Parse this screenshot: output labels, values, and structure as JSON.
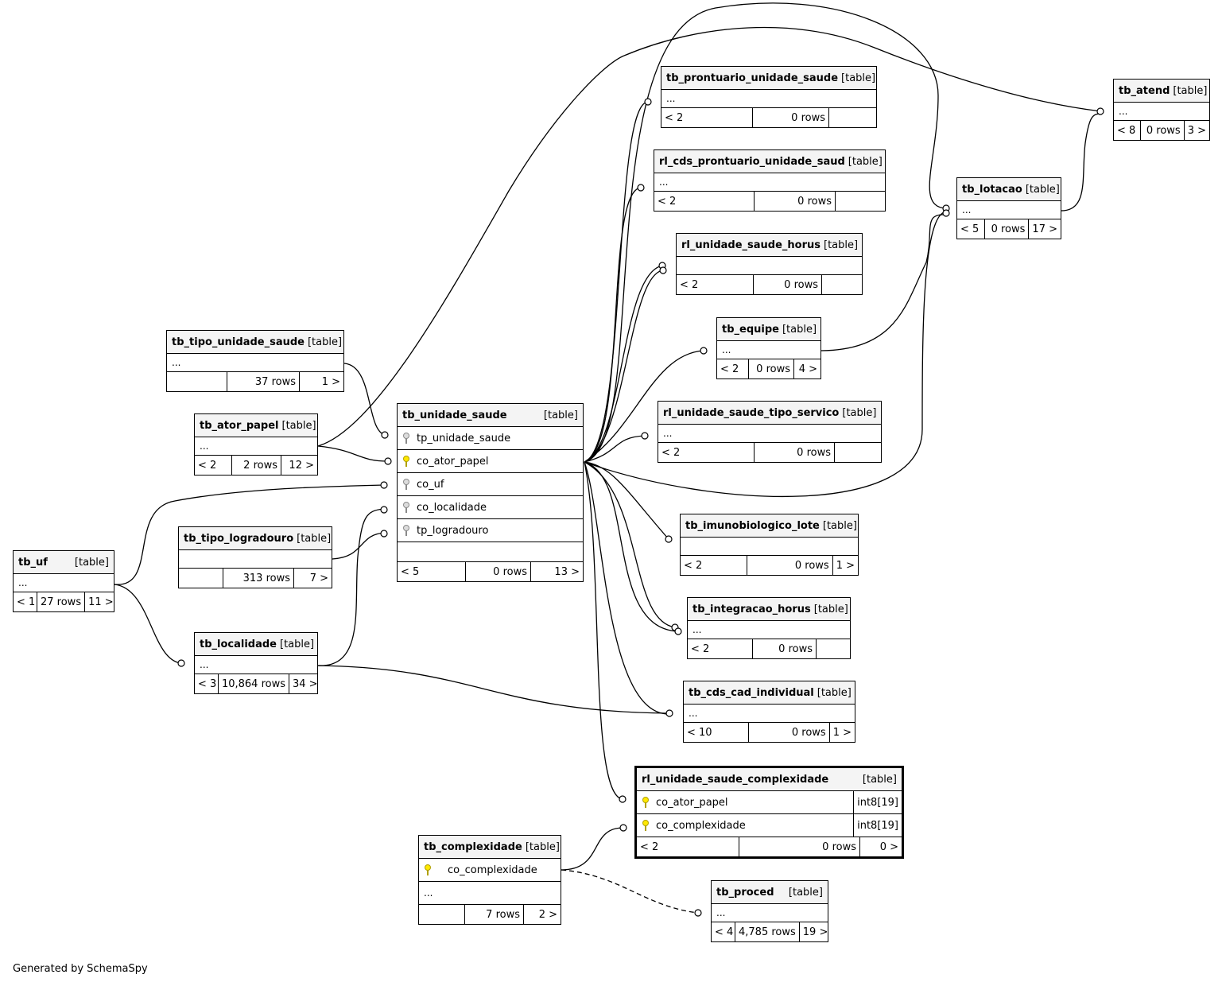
{
  "footer": "Generated by SchemaSpy",
  "tables": [
    {
      "id": "tb_prontuario_unidade_saude",
      "name": "tb_prontuario_unidade_saude",
      "kind": "[table]",
      "rows": [
        "..."
      ],
      "parents": "< 2",
      "count": "0 rows",
      "children": ""
    },
    {
      "id": "rl_cds_prontuario_unidade_saud",
      "name": "rl_cds_prontuario_unidade_saud",
      "kind": "[table]",
      "rows": [
        "..."
      ],
      "parents": "< 2",
      "count": "0 rows",
      "children": ""
    },
    {
      "id": "rl_unidade_saude_horus",
      "name": "rl_unidade_saude_horus",
      "kind": "[table]",
      "rows": [
        ""
      ],
      "parents": "< 2",
      "count": "0 rows",
      "children": ""
    },
    {
      "id": "tb_equipe",
      "name": "tb_equipe",
      "kind": "[table]",
      "rows": [
        "..."
      ],
      "parents": "< 2",
      "count": "0 rows",
      "children": "4 >"
    },
    {
      "id": "rl_unidade_saude_tipo_servico",
      "name": "rl_unidade_saude_tipo_servico",
      "kind": "[table]",
      "rows": [
        "..."
      ],
      "parents": "< 2",
      "count": "0 rows",
      "children": ""
    },
    {
      "id": "tb_imunobiologico_lote",
      "name": "tb_imunobiologico_lote",
      "kind": "[table]",
      "rows": [
        ""
      ],
      "parents": "< 2",
      "count": "0 rows",
      "children": "1 >"
    },
    {
      "id": "tb_integracao_horus",
      "name": "tb_integracao_horus",
      "kind": "[table]",
      "rows": [
        "..."
      ],
      "parents": "< 2",
      "count": "0 rows",
      "children": ""
    },
    {
      "id": "tb_cds_cad_individual",
      "name": "tb_cds_cad_individual",
      "kind": "[table]",
      "rows": [
        "..."
      ],
      "parents": "< 10",
      "count": "0 rows",
      "children": "1 >"
    },
    {
      "id": "tb_atend",
      "name": "tb_atend",
      "kind": "[table]",
      "rows": [
        "..."
      ],
      "parents": "< 8",
      "count": "0 rows",
      "children": "3 >"
    },
    {
      "id": "tb_lotacao",
      "name": "tb_lotacao",
      "kind": "[table]",
      "rows": [
        "..."
      ],
      "parents": "< 5",
      "count": "0 rows",
      "children": "17 >"
    },
    {
      "id": "tb_tipo_unidade_saude",
      "name": "tb_tipo_unidade_saude",
      "kind": "[table]",
      "rows": [
        "..."
      ],
      "parents": "",
      "count": "37 rows",
      "children": "1 >"
    },
    {
      "id": "tb_ator_papel",
      "name": "tb_ator_papel",
      "kind": "[table]",
      "rows": [
        "..."
      ],
      "parents": "< 2",
      "count": "2 rows",
      "children": "12 >"
    },
    {
      "id": "tb_tipo_logradouro",
      "name": "tb_tipo_logradouro",
      "kind": "[table]",
      "rows": [
        ""
      ],
      "parents": "",
      "count": "313 rows",
      "children": "7 >"
    },
    {
      "id": "tb_uf",
      "name": "tb_uf",
      "kind": "[table]",
      "rows": [
        "..."
      ],
      "parents": "< 1",
      "count": "27 rows",
      "children": "11 >"
    },
    {
      "id": "tb_localidade",
      "name": "tb_localidade",
      "kind": "[table]",
      "rows": [
        "..."
      ],
      "parents": "< 3",
      "count": "10,864 rows",
      "children": "34 >"
    },
    {
      "id": "tb_proced",
      "name": "tb_proced",
      "kind": "[table]",
      "rows": [
        "..."
      ],
      "parents": "< 4",
      "count": "4,785 rows",
      "children": "19 >"
    }
  ],
  "unidade": {
    "name": "tb_unidade_saude",
    "kind": "[table]",
    "columns": [
      {
        "name": "tp_unidade_saude",
        "key": "fk"
      },
      {
        "name": "co_ator_papel",
        "key": "pk"
      },
      {
        "name": "co_uf",
        "key": "fk"
      },
      {
        "name": "co_localidade",
        "key": "fk"
      },
      {
        "name": "tp_logradouro",
        "key": "fk"
      }
    ],
    "parents": "< 5",
    "count": "0 rows",
    "children": "13 >"
  },
  "complexidade_rl": {
    "name": "rl_unidade_saude_complexidade",
    "kind": "[table]",
    "columns": [
      {
        "name": "co_ator_papel",
        "type": "int8[19]",
        "key": "pk"
      },
      {
        "name": "co_complexidade",
        "type": "int8[19]",
        "key": "pk"
      }
    ],
    "parents": "< 2",
    "count": "0 rows",
    "children": "0 >"
  },
  "complexidade": {
    "name": "tb_complexidade",
    "kind": "[table]",
    "columns": [
      {
        "name": "co_complexidade",
        "key": "pk"
      }
    ],
    "extra": "...",
    "parents": "",
    "count": "7 rows",
    "children": "2 >"
  }
}
